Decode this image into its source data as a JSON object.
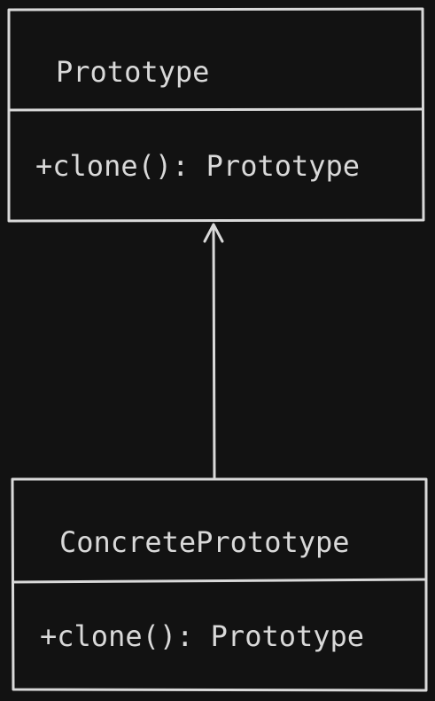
{
  "diagram": {
    "type": "uml-class",
    "theme": {
      "background": "#121212",
      "stroke": "#d9d9d9"
    },
    "classes": [
      {
        "name": "Prototype",
        "methods": [
          "+clone(): Prototype"
        ]
      },
      {
        "name": "ConcretePrototype",
        "methods": [
          "+clone(): Prototype"
        ]
      }
    ],
    "relations": [
      {
        "from": "ConcretePrototype",
        "to": "Prototype",
        "arrow": "open"
      }
    ]
  }
}
